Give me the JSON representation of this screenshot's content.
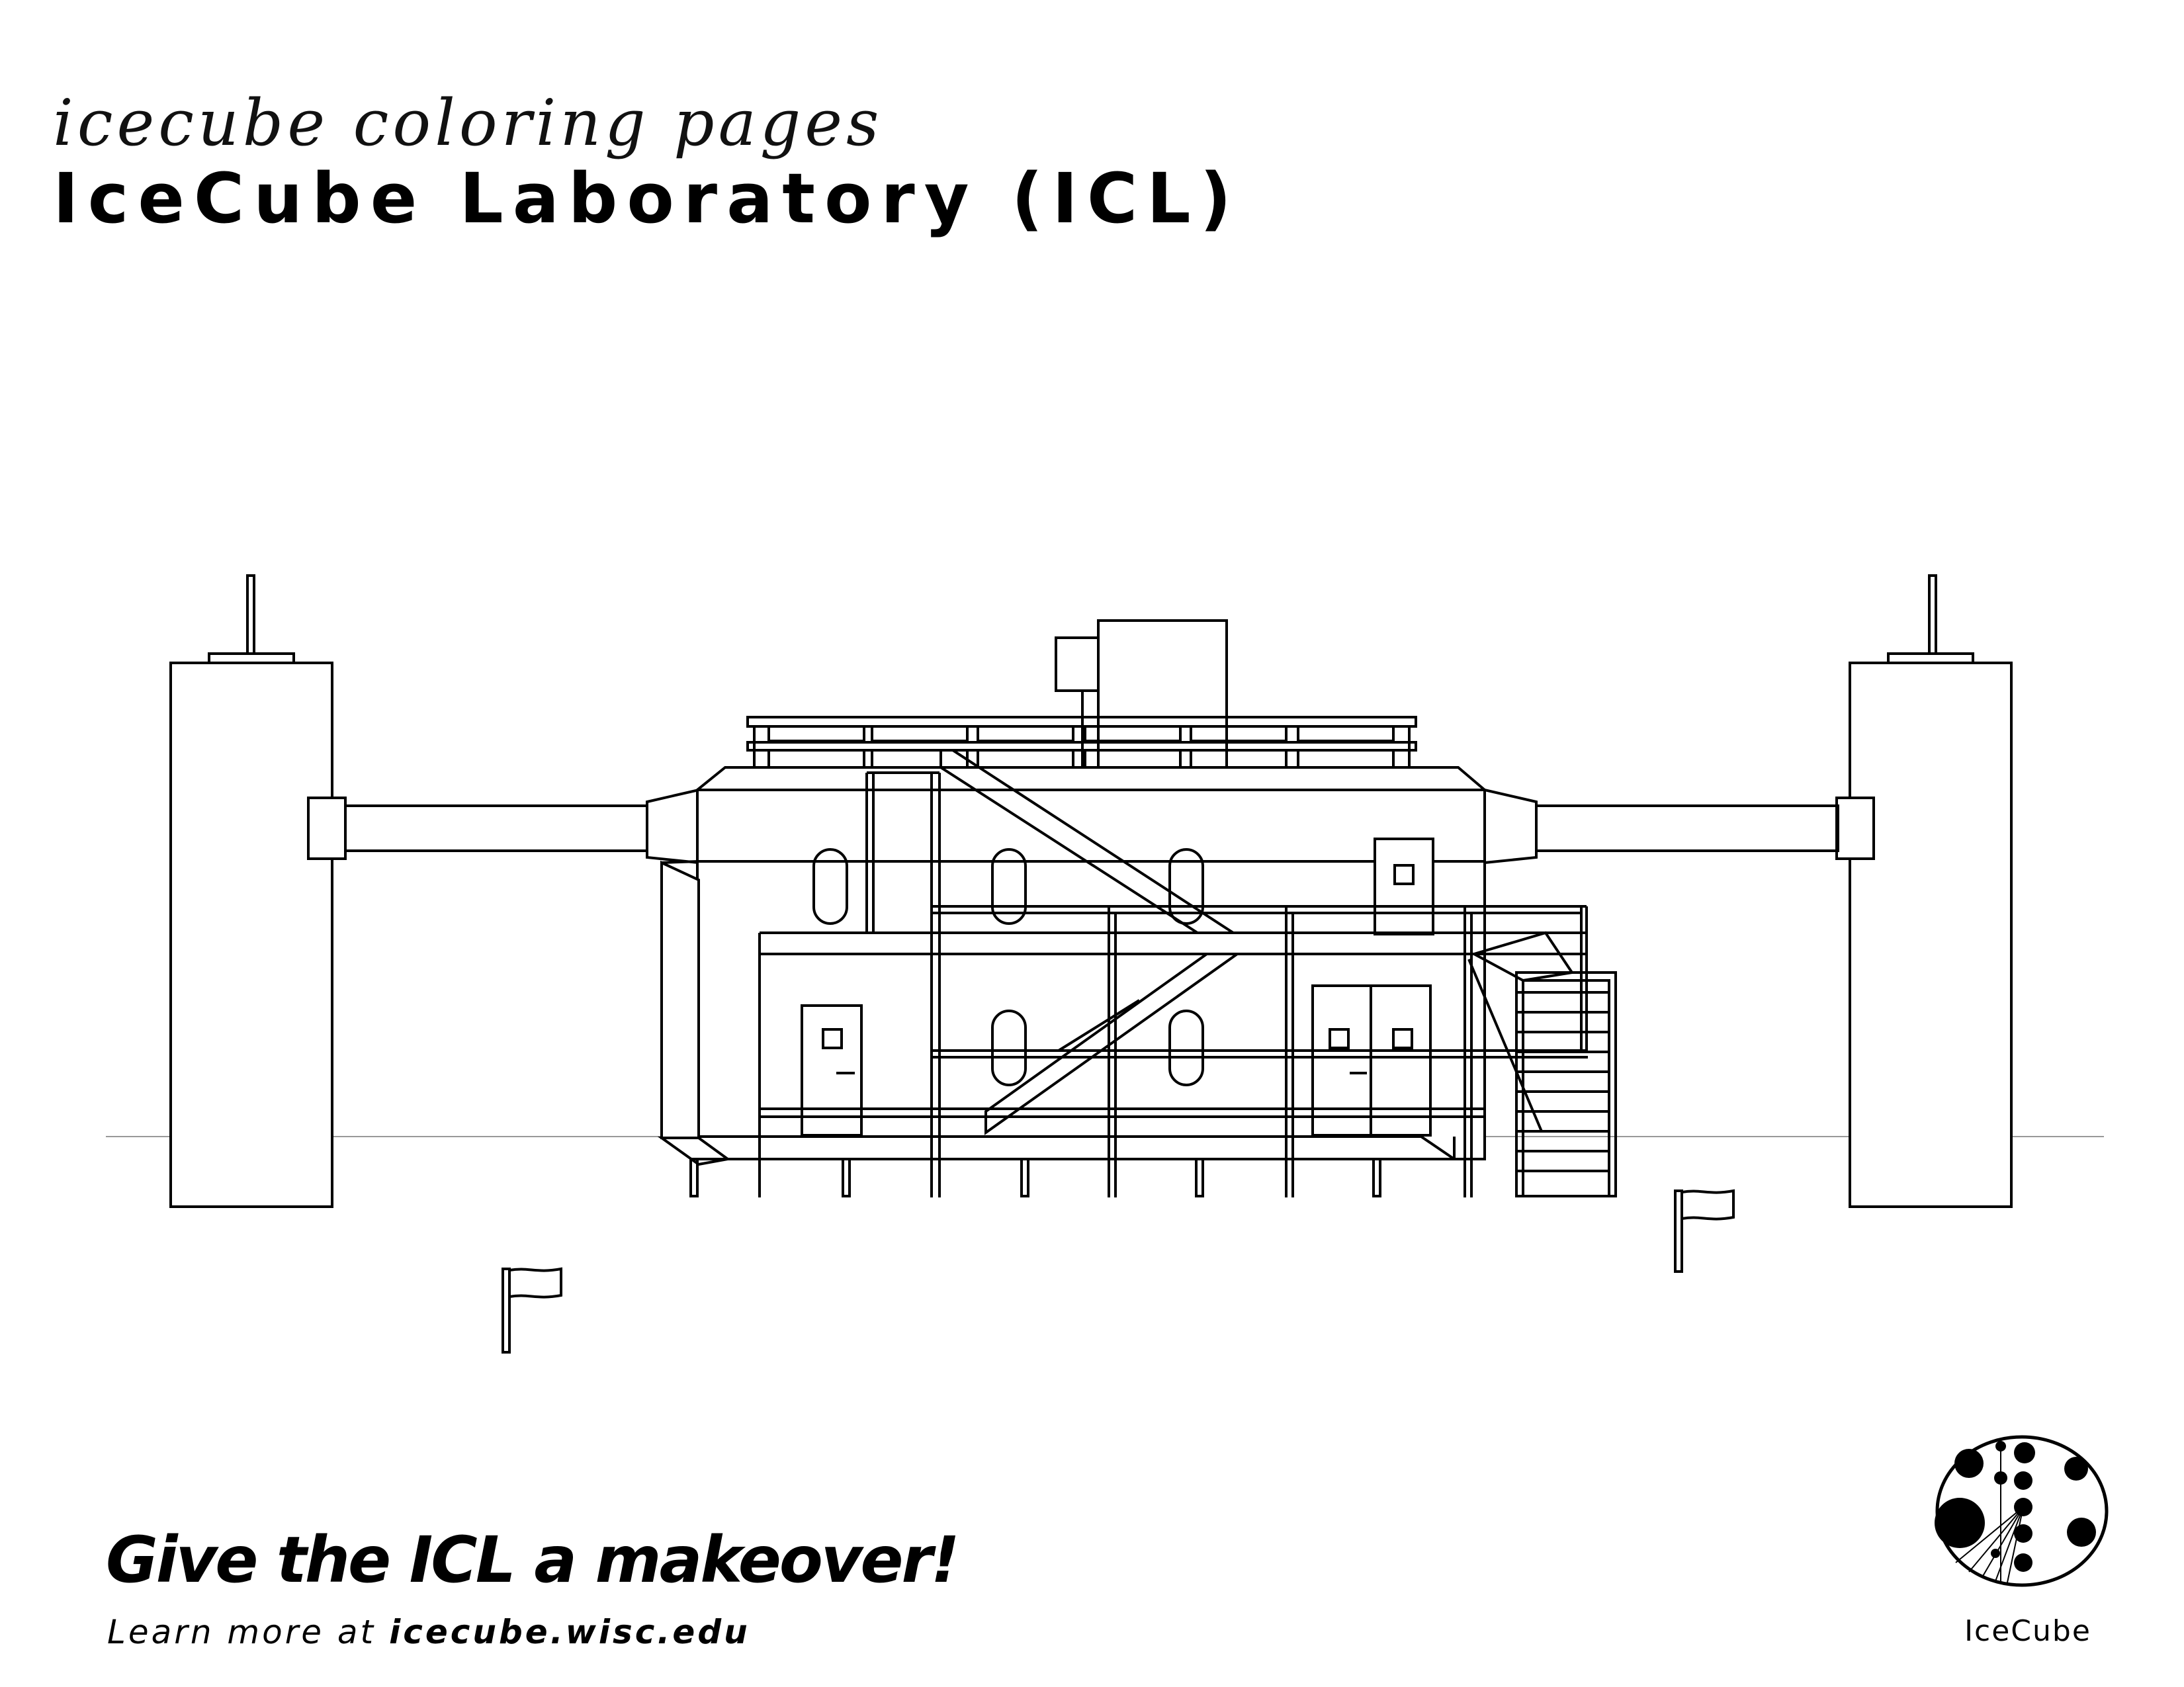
{
  "header": {
    "subtitle": "icecube coloring pages",
    "title": "IceCube Laboratory (ICL)"
  },
  "footer": {
    "tagline": "Give the ICL a makeover!",
    "learn_prefix": "Learn more at",
    "learn_url": "icecube.wisc.edu"
  },
  "logo": {
    "text": "IceCube"
  },
  "colors": {
    "ink": "#000000",
    "paper": "#ffffff"
  }
}
